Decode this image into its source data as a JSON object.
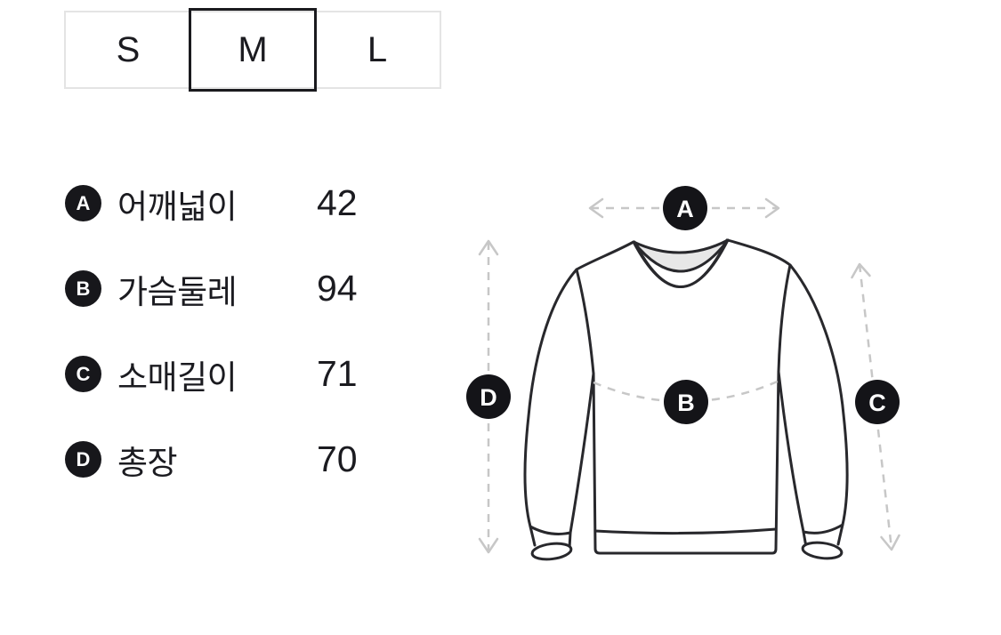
{
  "size_selector": {
    "options": [
      {
        "label": "S",
        "selected": false
      },
      {
        "label": "M",
        "selected": true
      },
      {
        "label": "L",
        "selected": false
      }
    ]
  },
  "measurements": [
    {
      "key": "A",
      "label": "어깨넓이",
      "value": "42"
    },
    {
      "key": "B",
      "label": "가슴둘레",
      "value": "94"
    },
    {
      "key": "C",
      "label": "소매길이",
      "value": "71"
    },
    {
      "key": "D",
      "label": "총장",
      "value": "70"
    }
  ],
  "diagram": {
    "garment": "crew-neck-sweatshirt",
    "markers": [
      {
        "key": "A"
      },
      {
        "key": "B"
      },
      {
        "key": "C"
      },
      {
        "key": "D"
      }
    ]
  },
  "colors": {
    "ink": "#1b1b20",
    "marker_bg": "#17171b",
    "dash_gray": "#c7c7c7",
    "outline": "#28282c",
    "collar_fill": "#e7e7e7",
    "tab_border": "#e4e4e4",
    "selected_tab_border": "#1a1a1e"
  }
}
